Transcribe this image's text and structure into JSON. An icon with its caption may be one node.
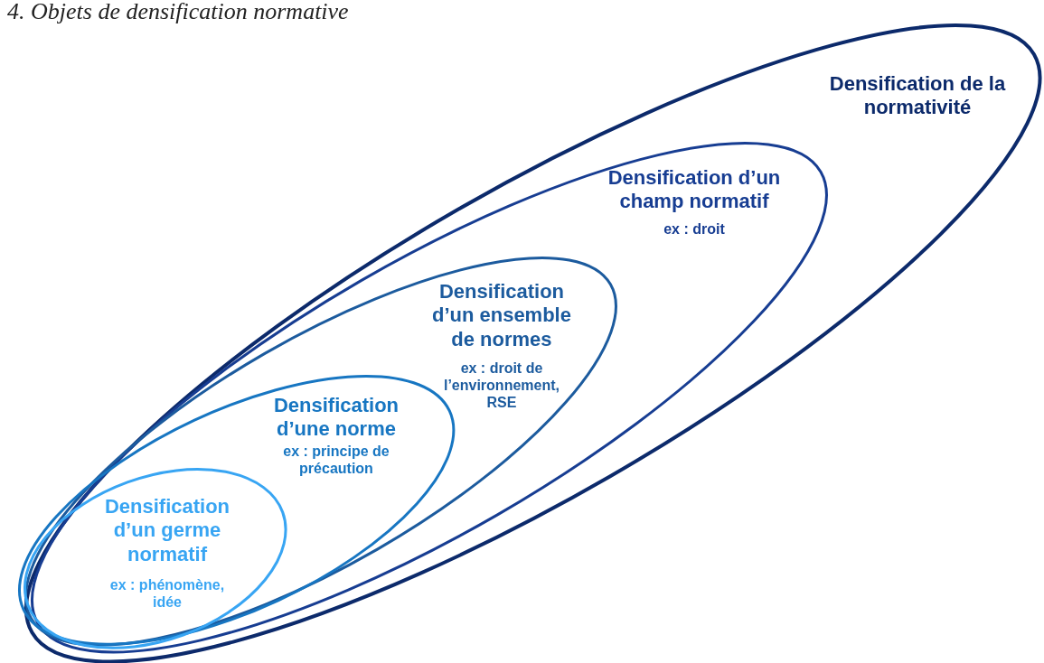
{
  "diagram": {
    "title": "4. Objets de densification normative",
    "nodes": [
      {
        "text": [
          "Densification de la normativité"
        ]
      },
      {
        "text": [
          "Densification d’un champ normatif",
          "ex : droit"
        ],
        "in": 0
      },
      {
        "text": [
          "Densification d’un ensemble de normes",
          "ex : droit de l’environnement, RSE"
        ],
        "in": 1
      },
      {
        "text": [
          "Densification d’une norme",
          "ex : principe de précaution"
        ],
        "in": 2
      },
      {
        "text": [
          "Densification d’un germe normatif",
          "ex : phénomène, idée"
        ],
        "in": 3
      }
    ],
    "edges": []
  }
}
